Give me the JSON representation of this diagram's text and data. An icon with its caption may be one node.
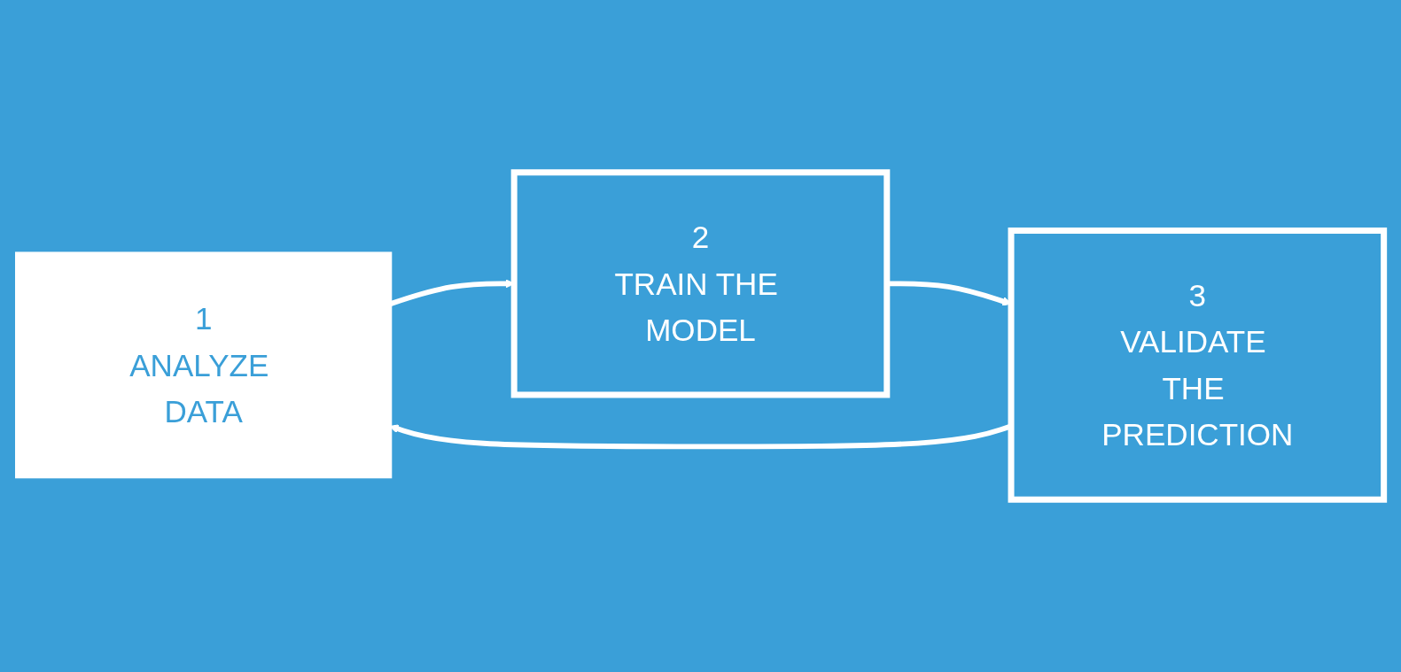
{
  "diagram": {
    "nodes": [
      {
        "text": [
          "1",
          "ANALYZE DATA"
        ]
      },
      {
        "text": [
          "2",
          "TRAIN THE MODEL"
        ]
      },
      {
        "text": [
          "3",
          "VALIDATE THE PREDICTION"
        ]
      }
    ],
    "edges": [
      {
        "from": 0,
        "to": 1,
        "arrow": "to"
      },
      {
        "from": 1,
        "to": 2,
        "arrow": "to"
      },
      {
        "from": 2,
        "to": 0,
        "arrow": "to"
      }
    ]
  }
}
